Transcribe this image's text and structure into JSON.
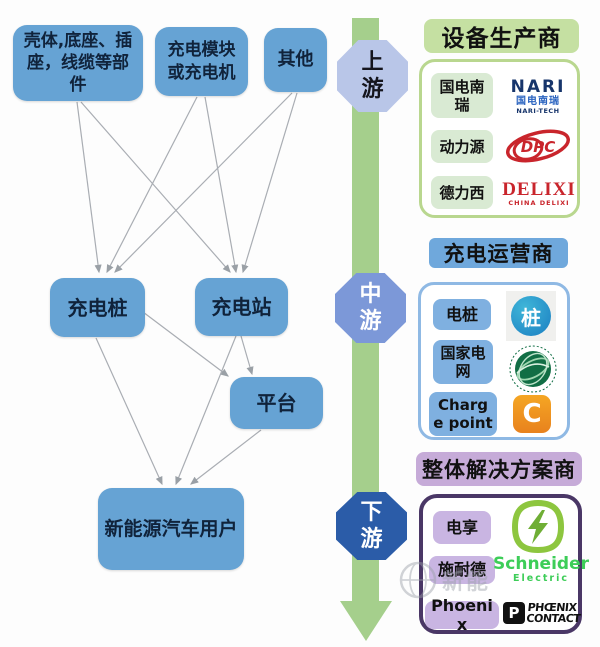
{
  "flow": {
    "boxes": {
      "parts": "壳体,底座、插座，线缆等部件",
      "module": "充电模块或充电机",
      "other": "其他",
      "pile": "充电桩",
      "station": "充电站",
      "platform": "平台",
      "user": "新能源汽车用户"
    }
  },
  "chain": {
    "upstream": "上游",
    "midstream": "中游",
    "downstream": "下游"
  },
  "sections": {
    "manufacturers": {
      "title": "设备生产商",
      "rows": [
        {
          "label": "国电南瑞",
          "logo_main": "NARI",
          "logo_sub": "国电南瑞",
          "logo_caption": "NARI-TECH"
        },
        {
          "label": "动力源",
          "logo_main": "DPC"
        },
        {
          "label": "德力西",
          "logo_main": "DELIXI",
          "logo_caption": "CHINA DELIXI"
        }
      ]
    },
    "operators": {
      "title": "充电运营商",
      "rows": [
        {
          "label": "电桩",
          "logo_main": "桩"
        },
        {
          "label": "国家电网"
        },
        {
          "label": "Charge point",
          "logo_main": "C"
        }
      ]
    },
    "solution_providers": {
      "title": "整体解决方案商",
      "rows": [
        {
          "label": "电享"
        },
        {
          "label": "施耐德",
          "logo_main": "Schneider",
          "logo_caption": "Electric"
        },
        {
          "label": "Phoenix",
          "logo_main": "PHŒNIX",
          "logo_caption": "CONTACT",
          "logo_mark": "P"
        }
      ]
    }
  },
  "watermark": {
    "text": "新能"
  },
  "colors": {
    "flow_box": "#66a3d4",
    "arrow_green": "#a5cf8c",
    "upstream_badge": "#b9c6e8",
    "midstream_badge": "#7c98d8",
    "downstream_badge": "#2b5ca8",
    "manufacturers_accent": "#c5e0a2",
    "operators_accent": "#6fa8dc",
    "solutions_accent": "#c6abd8",
    "nari_blue": "#17356b",
    "delixi_red": "#c9252c",
    "schneider_green": "#3dcd58",
    "stategrid_green": "#116e45",
    "chargepoint_orange": "#e8821e"
  }
}
